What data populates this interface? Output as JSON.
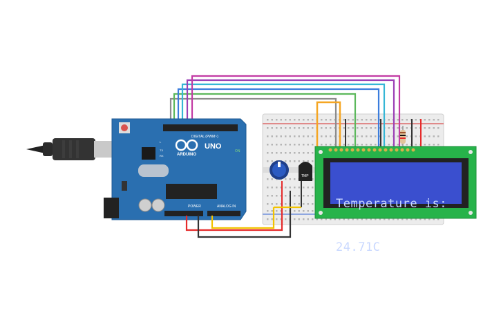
{
  "arduino": {
    "brand": "ARDUINO",
    "model": "UNO",
    "digital_label": "DIGITAL (PWM~)",
    "power_label": "POWER",
    "analog_label": "ANALOG IN",
    "on_label": "ON",
    "tx_label": "TX",
    "rx_label": "RX",
    "l_label": "L"
  },
  "sensor": {
    "label": "TMP"
  },
  "lcd": {
    "line1": "Temperature is:",
    "line2": "24.71C"
  },
  "colors": {
    "board": "#2a6fb0",
    "lcd_screen": "#3a4fcf",
    "lcd_board": "#27b34a",
    "wire_red": "#e52b2b",
    "wire_black": "#333333",
    "wire_yellow": "#f2c300",
    "wire_orange": "#f5a623",
    "wire_green": "#5cb85c",
    "wire_gray": "#8c8c8c",
    "wire_cyan": "#35b6d6",
    "wire_blue": "#3b7ddd",
    "wire_purple": "#9b3fb5",
    "wire_magenta": "#c23aa3"
  }
}
